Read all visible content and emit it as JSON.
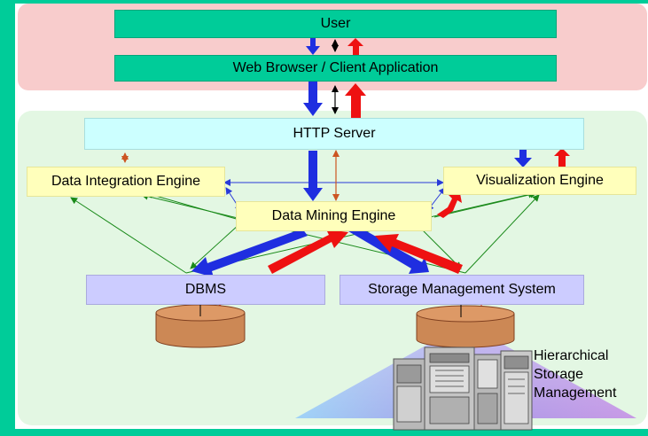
{
  "boxes": {
    "user": "User",
    "browser": "Web Browser / Client Application",
    "http_server": "HTTP Server",
    "data_integration": "Data Integration Engine",
    "visualization": "Visualization Engine",
    "data_mining": "Data Mining Engine",
    "dbms": "DBMS",
    "storage_mgmt": "Storage Management System"
  },
  "hsm_label": [
    "Hierarchical",
    "Storage",
    "Management"
  ],
  "colors": {
    "accent_teal": "#00cc99",
    "client_region": "#f8cccc",
    "server_region": "#e3f7e3",
    "request_arrow": "#1f2ee0",
    "response_arrow": "#ee1111",
    "link_line": "#1a8a1a"
  }
}
